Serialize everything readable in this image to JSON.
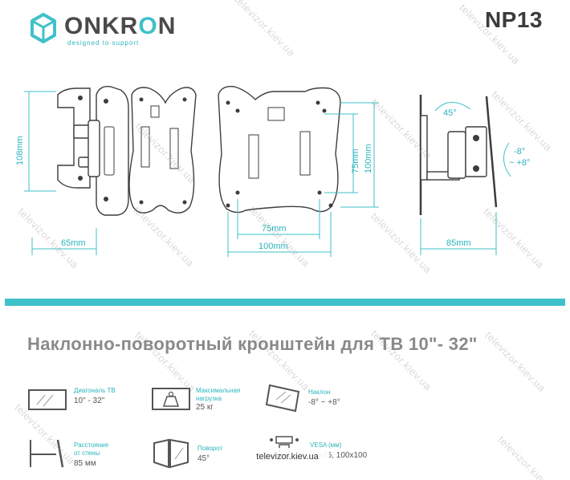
{
  "brand": {
    "name_main": "ONKR",
    "name_accent": "O",
    "name_tail": "N",
    "tagline": "designed to support"
  },
  "model": "NP13",
  "drawing": {
    "side_view": {
      "height_label": "108mm",
      "depth_label": "65mm"
    },
    "front_view": {
      "vesa_small_h": "75mm",
      "vesa_large_h": "100mm",
      "vesa_small_w": "75mm",
      "vesa_large_w": "100mm"
    },
    "profile_view": {
      "swivel_label": "45°",
      "tilt_minus": "-8°",
      "tilt_plus": "~ +8°",
      "wall_distance_label": "85mm"
    }
  },
  "title": "Наклонно-поворотный кронштейн для ТВ 10\"- 32\"",
  "specs": [
    {
      "id": "diagonal",
      "label": "Диагональ ТВ",
      "value": "10\" - 32\"",
      "icon": "tv-screen-icon"
    },
    {
      "id": "max-load",
      "label": "Максимальная\nнагрузка",
      "value": "25 кг",
      "icon": "weight-icon"
    },
    {
      "id": "tilt",
      "label": "Наклон",
      "value": "-8° ~ +8°",
      "icon": "tilt-screen-icon"
    },
    {
      "id": "wall-distance",
      "label": "Расстояние\nот стены",
      "value": "85 мм",
      "icon": "wall-mount-icon"
    },
    {
      "id": "swivel",
      "label": "Поворот",
      "value": "45°",
      "icon": "swivel-screen-icon"
    },
    {
      "id": "vesa",
      "label": "VESA (мм)",
      "value": "75x75, 100x100",
      "icon": "vesa-pattern-icon"
    }
  ],
  "watermark": "televizor.kiev.ua",
  "watermark_caption": "televizor.kiev.ua",
  "colors": {
    "accent": "#3fc1c9",
    "text_dark": "#3b3b3b",
    "title_grey": "#8a8a8a"
  }
}
